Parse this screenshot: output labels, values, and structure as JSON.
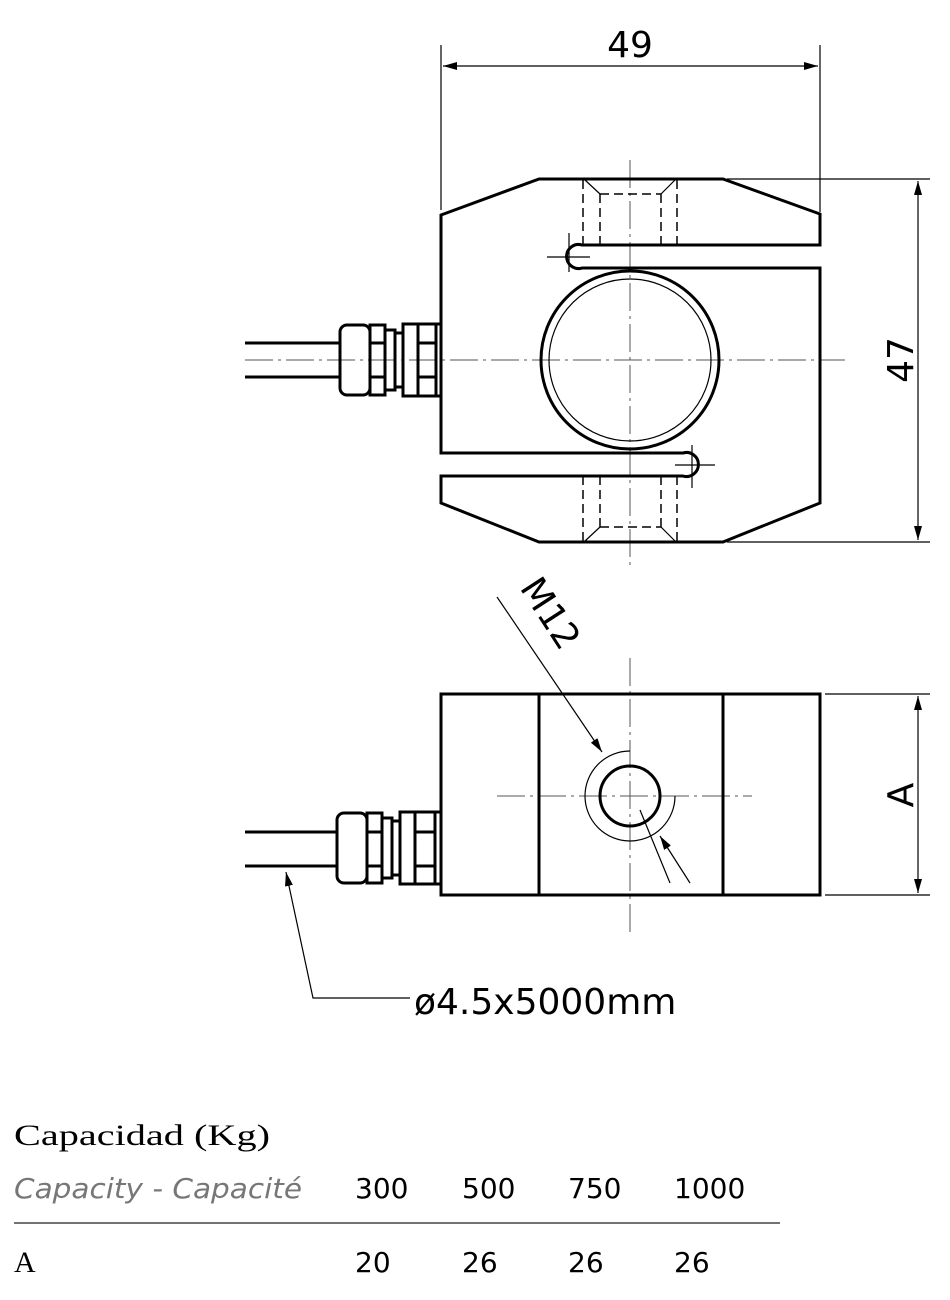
{
  "drawing": {
    "top_view": {
      "width_dim": "49",
      "height_dim": "47"
    },
    "side_view": {
      "thread_label": "M12",
      "height_dim": "A",
      "cable_label": "ø4.5x5000mm"
    }
  },
  "table": {
    "title": "Capacidad (Kg)",
    "capacity_label": "Capacity - Capacité",
    "capacities": [
      "300",
      "500",
      "750",
      "1000"
    ],
    "row_label": "A",
    "row_values": [
      "20",
      "26",
      "26",
      "26"
    ]
  }
}
